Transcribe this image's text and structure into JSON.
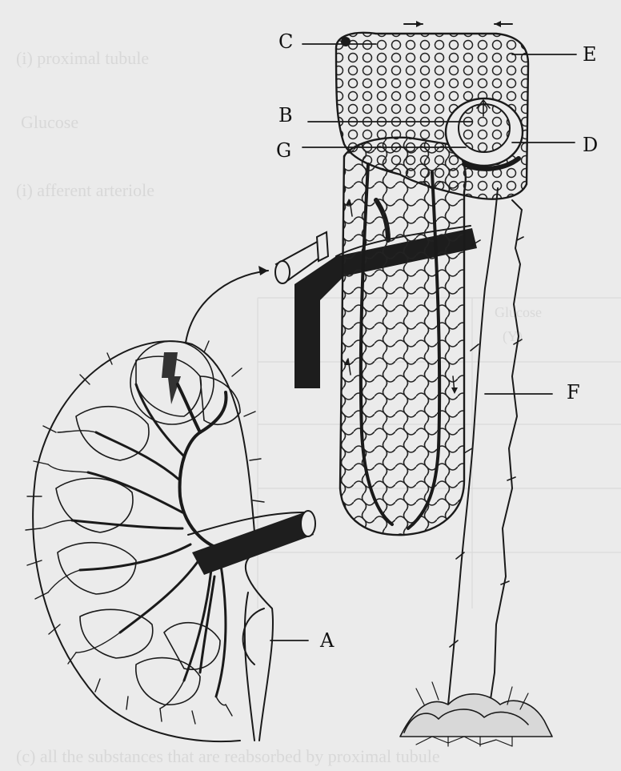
{
  "labels": {
    "A": "A",
    "B": "B",
    "C": "C",
    "D": "D",
    "E": "E",
    "F": "F",
    "G": "G"
  },
  "bleed_through": {
    "line1": "(i) proximal tubule",
    "line2": "Glucose",
    "line3": "(i) afferent arteriole",
    "table_header": "Glucose",
    "table_header2": "(Y)",
    "bottom": "(c) all the substances that are reabsorbed by proximal tubule"
  },
  "colors": {
    "paper": "#ebebeb",
    "ink": "#1a1a1a",
    "vessel": "#2a2a2a"
  }
}
